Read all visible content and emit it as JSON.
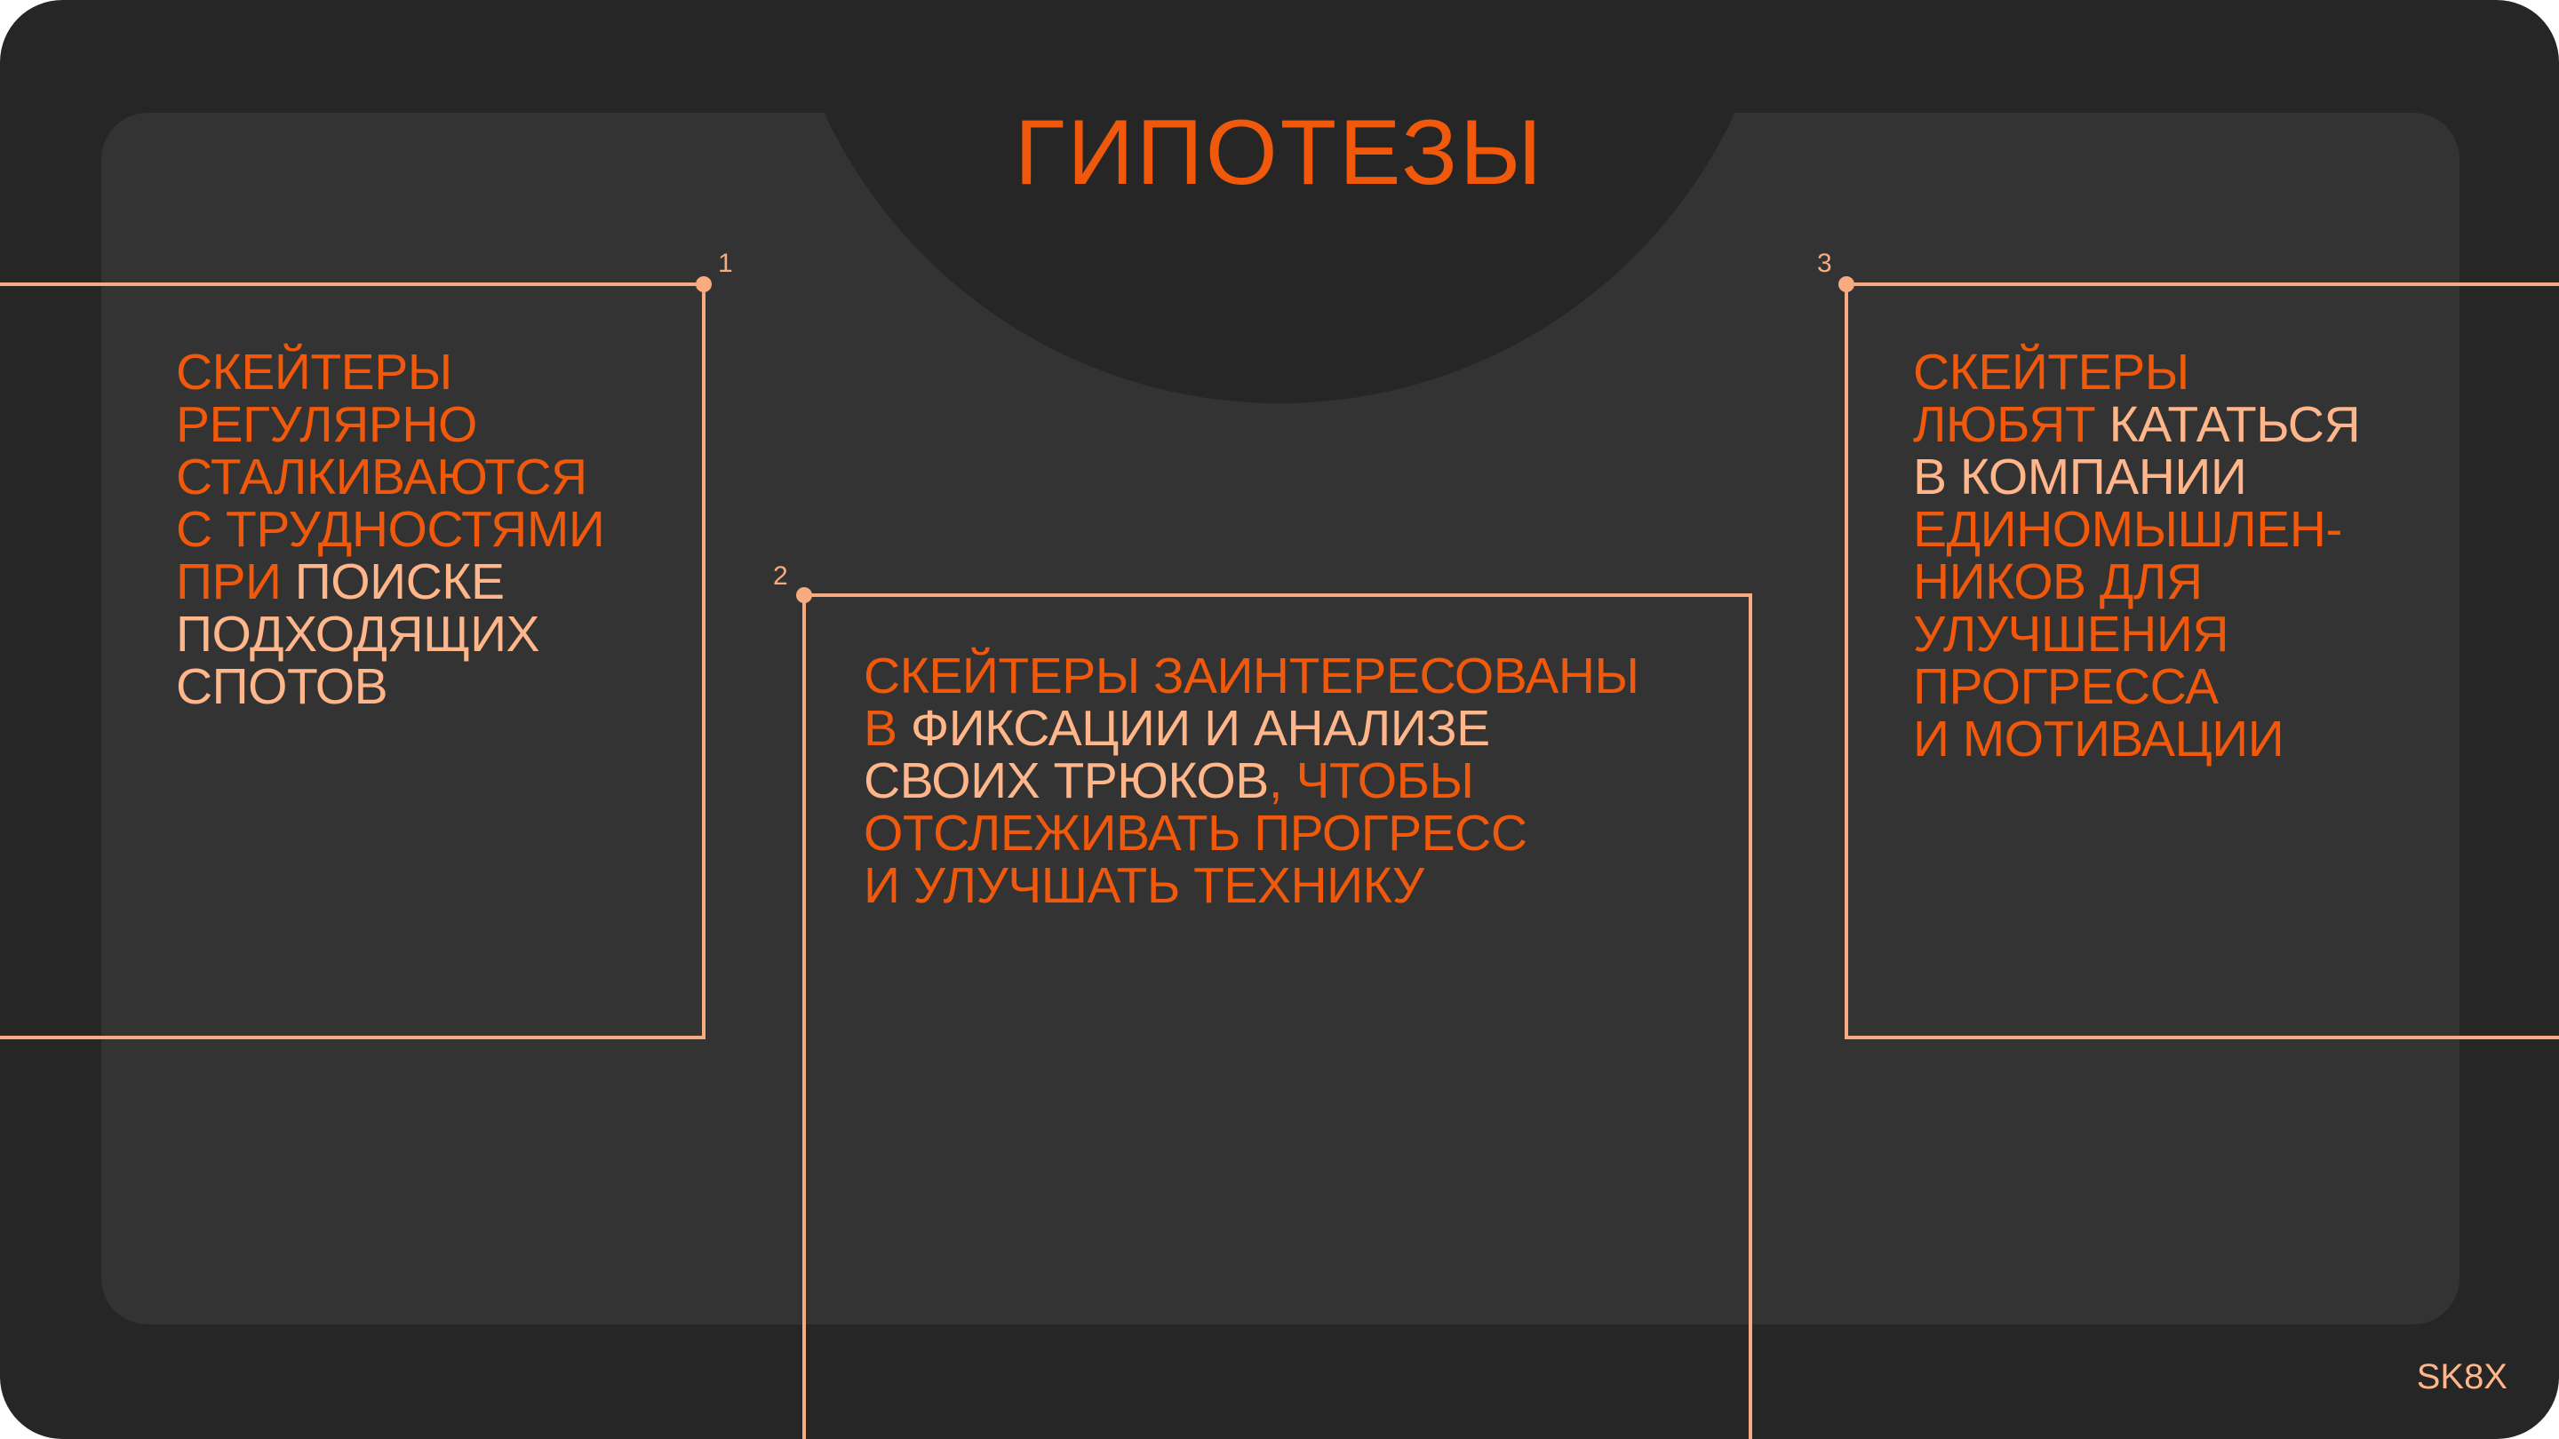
{
  "title": "ГИПОТЕЗЫ",
  "brand": "SK8X",
  "colors": {
    "accent": "#f0590c",
    "secondary": "#ffb68a",
    "line": "#f7ab7e",
    "background": "#262626",
    "panel": "#333333"
  },
  "hypotheses": [
    {
      "number": "1",
      "lines": [
        [
          {
            "t": "СКЕЙТЕРЫ",
            "c": "o"
          }
        ],
        [
          {
            "t": "РЕГУЛЯРНО",
            "c": "o"
          }
        ],
        [
          {
            "t": "СТАЛКИВАЮТСЯ",
            "c": "o"
          }
        ],
        [
          {
            "t": "С ТРУДНОСТЯМИ",
            "c": "o"
          }
        ],
        [
          {
            "t": "ПРИ ",
            "c": "o"
          },
          {
            "t": "ПОИСКЕ",
            "c": "p"
          }
        ],
        [
          {
            "t": "ПОДХОДЯЩИХ",
            "c": "p"
          }
        ],
        [
          {
            "t": "СПОТОВ",
            "c": "p"
          }
        ]
      ]
    },
    {
      "number": "2",
      "lines": [
        [
          {
            "t": "СКЕЙТЕРЫ ЗАИНТЕРЕСОВАНЫ",
            "c": "o"
          }
        ],
        [
          {
            "t": "В ",
            "c": "o"
          },
          {
            "t": "ФИКСАЦИИ И АНАЛИЗЕ",
            "c": "p"
          }
        ],
        [
          {
            "t": "СВОИХ ТРЮКОВ",
            "c": "p"
          },
          {
            "t": ", ЧТОБЫ",
            "c": "o"
          }
        ],
        [
          {
            "t": "ОТСЛЕЖИВАТЬ ПРОГРЕСС",
            "c": "o"
          }
        ],
        [
          {
            "t": "И УЛУЧШАТЬ ТЕХНИКУ",
            "c": "o"
          }
        ]
      ]
    },
    {
      "number": "3",
      "lines": [
        [
          {
            "t": "СКЕЙТЕРЫ",
            "c": "o"
          }
        ],
        [
          {
            "t": "ЛЮБЯТ ",
            "c": "o"
          },
          {
            "t": "КАТАТЬСЯ",
            "c": "p"
          }
        ],
        [
          {
            "t": "В КОМПАНИИ",
            "c": "p"
          }
        ],
        [
          {
            "t": "ЕДИНОМЫШЛЕН-",
            "c": "o"
          }
        ],
        [
          {
            "t": "НИКОВ ДЛЯ",
            "c": "o"
          }
        ],
        [
          {
            "t": "УЛУЧШЕНИЯ",
            "c": "o"
          }
        ],
        [
          {
            "t": "ПРОГРЕССА",
            "c": "o"
          }
        ],
        [
          {
            "t": "И МОТИВАЦИИ",
            "c": "o"
          }
        ]
      ]
    }
  ]
}
